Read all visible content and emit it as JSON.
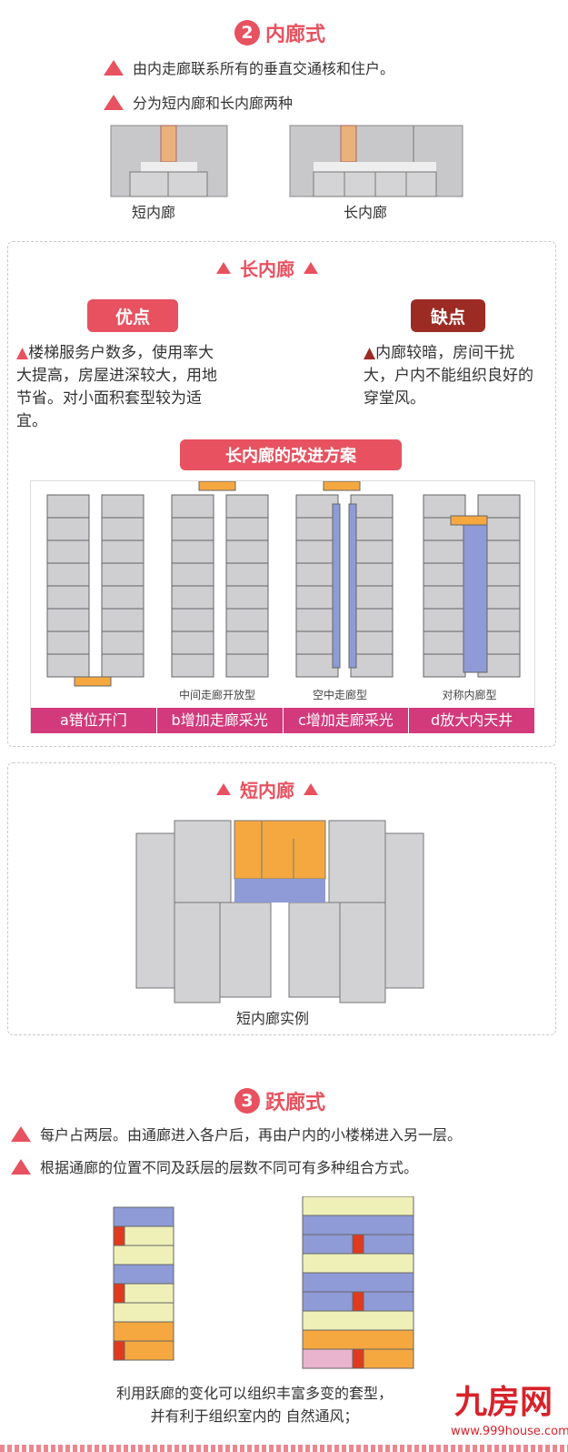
{
  "section2": {
    "number": "2",
    "title": "内廊式",
    "bullets": [
      "由内走廊联系所有的垂直交通核和住户。",
      "分为短内廊和长内廊两种"
    ],
    "plan_labels": [
      "短内廊",
      "长内廊"
    ]
  },
  "long_corridor": {
    "title": "长内廊",
    "pros_label": "优点",
    "cons_label": "缺点",
    "pros_text": "楼梯服务户数多，使用率大大提高，房屋进深较大，用地节省。对小面积套型较为适宜。",
    "cons_text": "内廊较暗，房间干扰大，户内不能组织良好的穿堂风。",
    "improve_title": "长内廊的改进方案",
    "plans": [
      {
        "caption": "a错位开门",
        "sub": ""
      },
      {
        "caption": "b增加走廊采光",
        "sub": "中间走廊开放型"
      },
      {
        "caption": "c增加走廊采光",
        "sub": "空中走廊型"
      },
      {
        "caption": "d放大内天井",
        "sub": "对称内廊型"
      }
    ]
  },
  "short_corridor": {
    "title": "短内廊",
    "example_label": "短内廊实例"
  },
  "section3": {
    "number": "3",
    "title": "跃廊式",
    "bullets": [
      "每户占两层。由通廊进入各户后，再由户内的小楼梯进入另一层。",
      "根据通廊的位置不同及跃层的层数不同可有多种组合方式。"
    ],
    "caption_lines": [
      "利用跃廊的变化可以组织丰富多变的套型，",
      "并有利于组织室内的 自然通风；"
    ]
  },
  "watermark": {
    "logo": "九房网",
    "url": "www.999house.com"
  },
  "colors": {
    "accent": "#e8515f",
    "dark": "#9b2b23",
    "magenta": "#d23a7c",
    "gray": "#cfcfd2",
    "orange": "#f5a840",
    "blue": "#8e9bd6",
    "yellow": "#eef0b8",
    "pink": "#e9b4cd",
    "red": "#e03a1e"
  }
}
